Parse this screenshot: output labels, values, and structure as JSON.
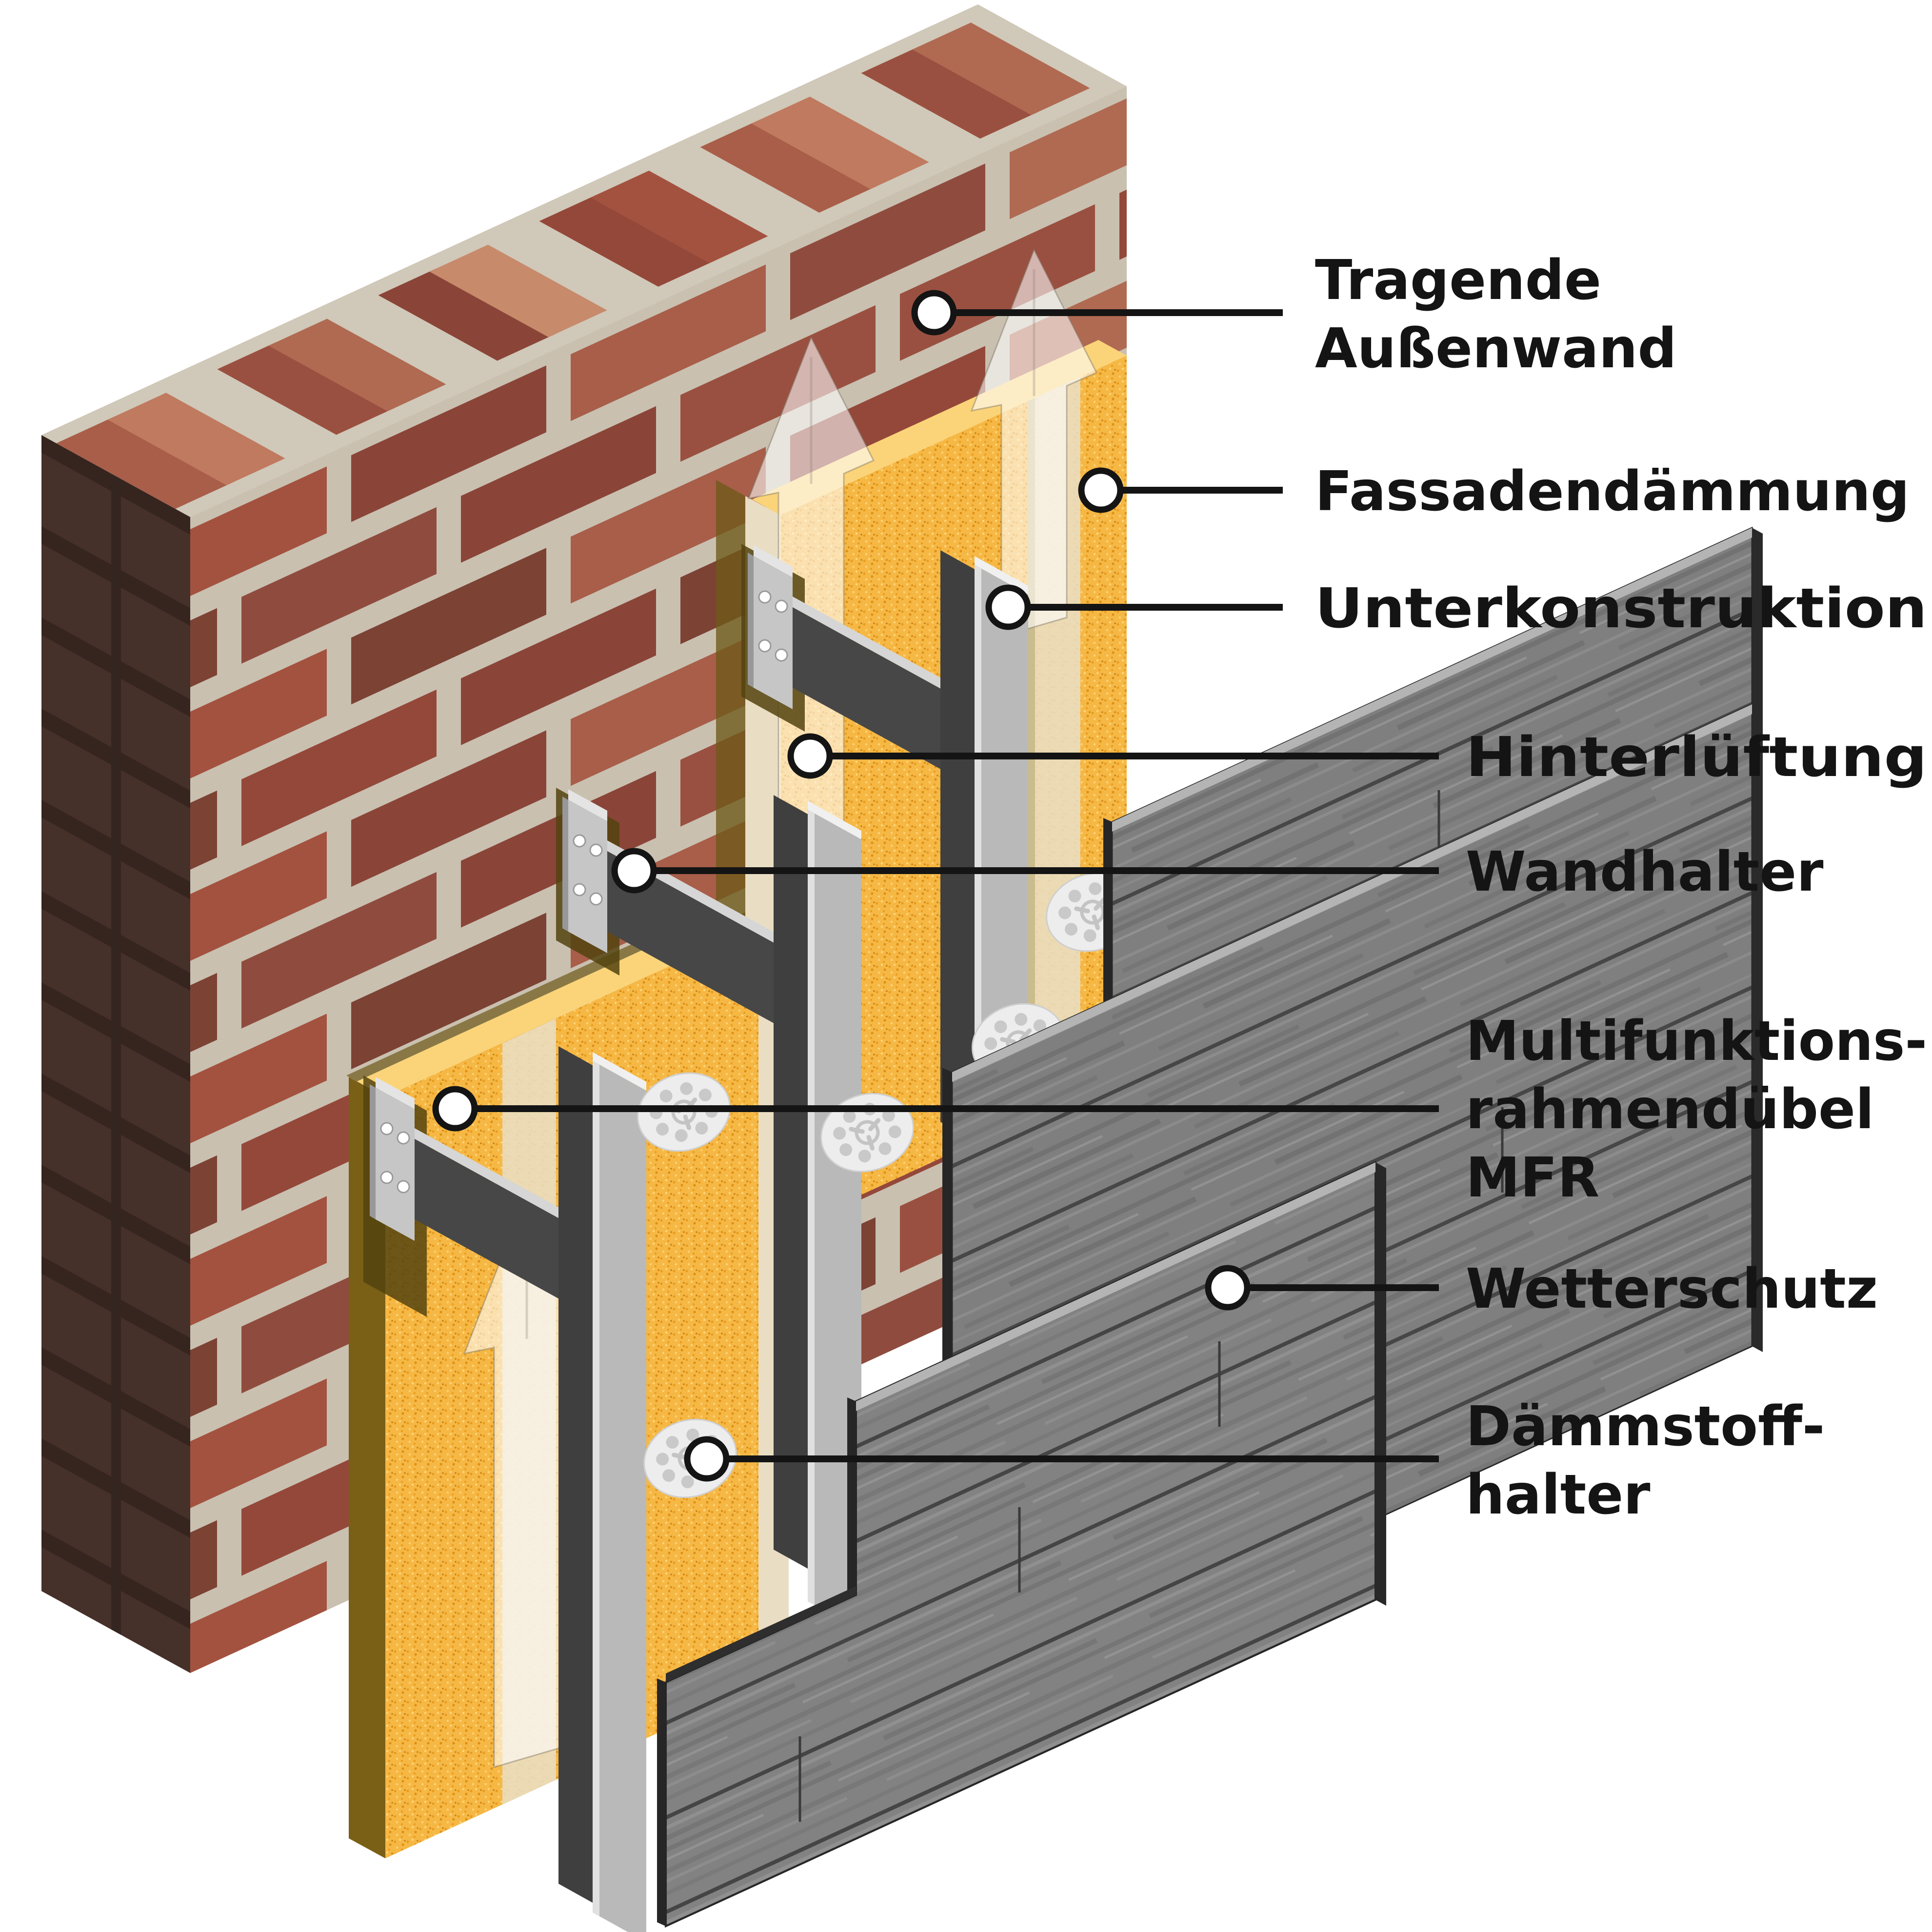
{
  "callouts": [
    {
      "id": "tragende-aussenwand",
      "lines": [
        "Tragende",
        "Außenwand"
      ]
    },
    {
      "id": "fassadendaemmung",
      "lines": [
        "Fassadendämmung"
      ]
    },
    {
      "id": "unterkonstruktion",
      "lines": [
        "Unterkonstruktion"
      ]
    },
    {
      "id": "hinterlueftung",
      "lines": [
        "Hinterlüftung"
      ]
    },
    {
      "id": "wandhalter",
      "lines": [
        "Wandhalter"
      ]
    },
    {
      "id": "mfr",
      "lines": [
        "Multifunktions-",
        "rahmendübel",
        "MFR"
      ]
    },
    {
      "id": "wetterschutz",
      "lines": [
        "Wetterschutz"
      ]
    },
    {
      "id": "daemmstoffhalter",
      "lines": [
        "Dämmstoff-",
        "halter"
      ]
    }
  ],
  "colors": {
    "background": "#ffffff",
    "callout": "#141414",
    "brick": "#a3523f",
    "brick_mortar": "#c9c0b0",
    "brick_side": "#46302a",
    "insulation": "#f6b844",
    "insulation_top": "#fbd479",
    "insulation_cut_edge": "#e9dec3",
    "insulation_side_dark": "#7a5f16",
    "profile_flange": "#b9b9b9",
    "profile_web": "#3f3f3f",
    "bracket_plate": "#c6c6c6",
    "bracket_arm": "#474747",
    "disc": "#ededed",
    "cladding": "#7f7f7f",
    "cladding_edge": "#262626",
    "arrow": "rgba(255,255,255,0.58)"
  }
}
